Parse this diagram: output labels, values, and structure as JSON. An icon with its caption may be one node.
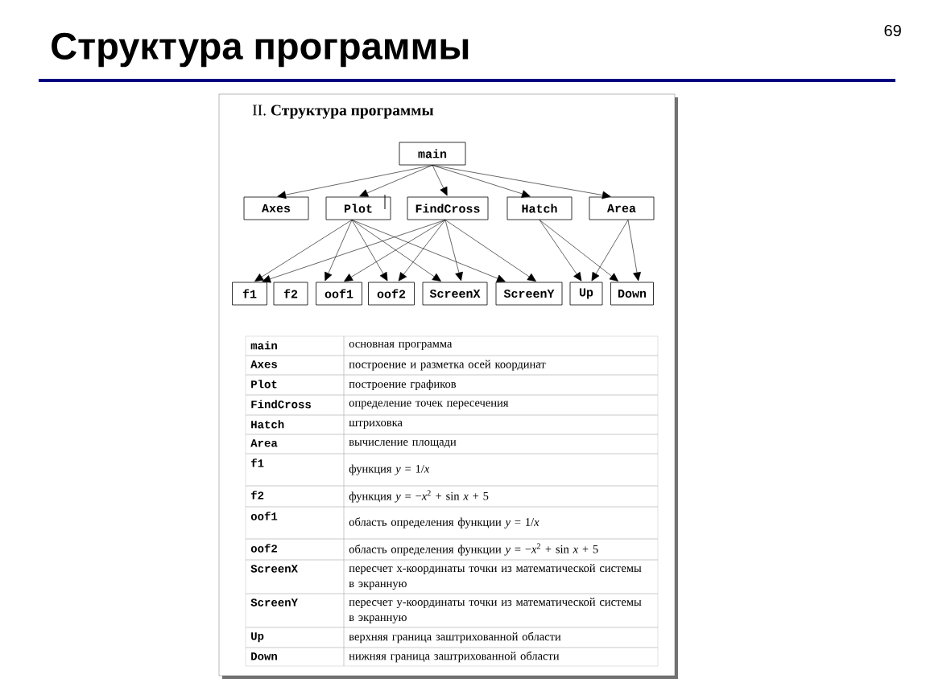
{
  "diagram": {
    "title": "Структура программы",
    "nodes": [
      {
        "text": [
          "main"
        ]
      },
      {
        "text": [
          "Axes"
        ]
      },
      {
        "text": [
          "Plot"
        ]
      },
      {
        "text": [
          "FindCross"
        ]
      },
      {
        "text": [
          "Hatch"
        ]
      },
      {
        "text": [
          "Area"
        ]
      },
      {
        "text": [
          "f1"
        ]
      },
      {
        "text": [
          "f2"
        ]
      },
      {
        "text": [
          "oof1"
        ]
      },
      {
        "text": [
          "oof2"
        ]
      },
      {
        "text": [
          "ScreenX"
        ]
      },
      {
        "text": [
          "ScreenY"
        ]
      },
      {
        "text": [
          "Up"
        ]
      },
      {
        "text": [
          "Down"
        ]
      }
    ],
    "edges": [
      {
        "from": 0,
        "to": 1,
        "arrow": "to"
      },
      {
        "from": 0,
        "to": 2,
        "arrow": "to"
      },
      {
        "from": 0,
        "to": 3,
        "arrow": "to"
      },
      {
        "from": 0,
        "to": 4,
        "arrow": "to"
      },
      {
        "from": 0,
        "to": 5,
        "arrow": "to"
      },
      {
        "from": 2,
        "to": 6,
        "arrow": "to"
      },
      {
        "from": 2,
        "to": 8,
        "arrow": "to"
      },
      {
        "from": 2,
        "to": 9,
        "arrow": "to"
      },
      {
        "from": 2,
        "to": 10,
        "arrow": "to"
      },
      {
        "from": 2,
        "to": 11,
        "arrow": "to"
      },
      {
        "from": 3,
        "to": 6,
        "arrow": "to"
      },
      {
        "from": 3,
        "to": 8,
        "arrow": "to"
      },
      {
        "from": 3,
        "to": 9,
        "arrow": "to"
      },
      {
        "from": 3,
        "to": 10,
        "arrow": "to"
      },
      {
        "from": 3,
        "to": 11,
        "arrow": "to"
      },
      {
        "from": 4,
        "to": 12,
        "arrow": "to"
      },
      {
        "from": 4,
        "to": 13,
        "arrow": "to"
      },
      {
        "from": 5,
        "to": 12,
        "arrow": "to"
      },
      {
        "from": 5,
        "to": 13,
        "arrow": "to"
      }
    ],
    "labels": [
      "69",
      "II. **Структура программы**",
      "main",
      "основная программа",
      "Axes",
      "построение и разметка осей координат",
      "Plot",
      "построение графиков",
      "FindCross",
      "определение точек пересечения",
      "Hatch",
      "штриховка",
      "Area",
      "вычисление площади",
      "f1",
      "функция *y* = 1/*x*",
      "f2",
      "функция *y* = −*x*$^{2}$ + sin *x* + 5",
      "oof1",
      "область определения функции *y* = 1/*x*",
      "oof2",
      "область определения функции *y* = −*x*$^{2}$ + sin *x* + 5",
      "ScreenX",
      "пересчет x-координаты точки из математической системы в экранную",
      "ScreenY",
      "пересчет y-координаты точки из математической системы в экранную",
      "Up",
      "верхняя граница заштрихованной области",
      "Down",
      "нижняя граница заштрихованной области"
    ]
  }
}
